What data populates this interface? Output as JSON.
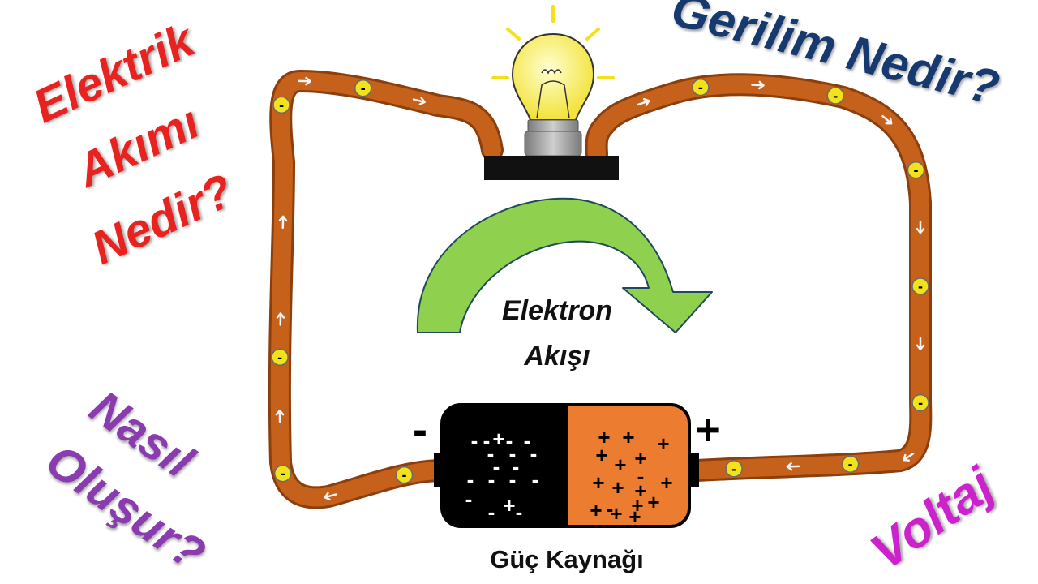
{
  "headings": {
    "akim": {
      "lines": [
        "Elektrik",
        "Akımı",
        "Nedir?"
      ],
      "color": "#e8221f"
    },
    "gerilim": {
      "text": "Gerilim Nedir?",
      "color": "#163a70"
    },
    "nasil": {
      "lines": [
        "Nasıl",
        "Oluşur?"
      ],
      "color": "#8a3bb0"
    },
    "voltaj": {
      "text": "Voltaj",
      "color": "#cc22cc"
    }
  },
  "flow_label": {
    "lines": [
      "Elektron",
      "Akışı"
    ]
  },
  "battery": {
    "label": "Güç Kaynağı",
    "negative_terminal": "-",
    "positive_terminal": "+",
    "negative_charge_symbol": "-",
    "positive_charge_symbol": "+"
  },
  "electron_symbol": "-",
  "colors": {
    "wire": "#c5611a",
    "wire_edge": "#8c3e0c",
    "electron": "#f2e21a",
    "arrow": "#8fd14f",
    "battery_positive": "#ec7c30",
    "battery_negative": "#000000",
    "bulb": "#fff46a"
  }
}
